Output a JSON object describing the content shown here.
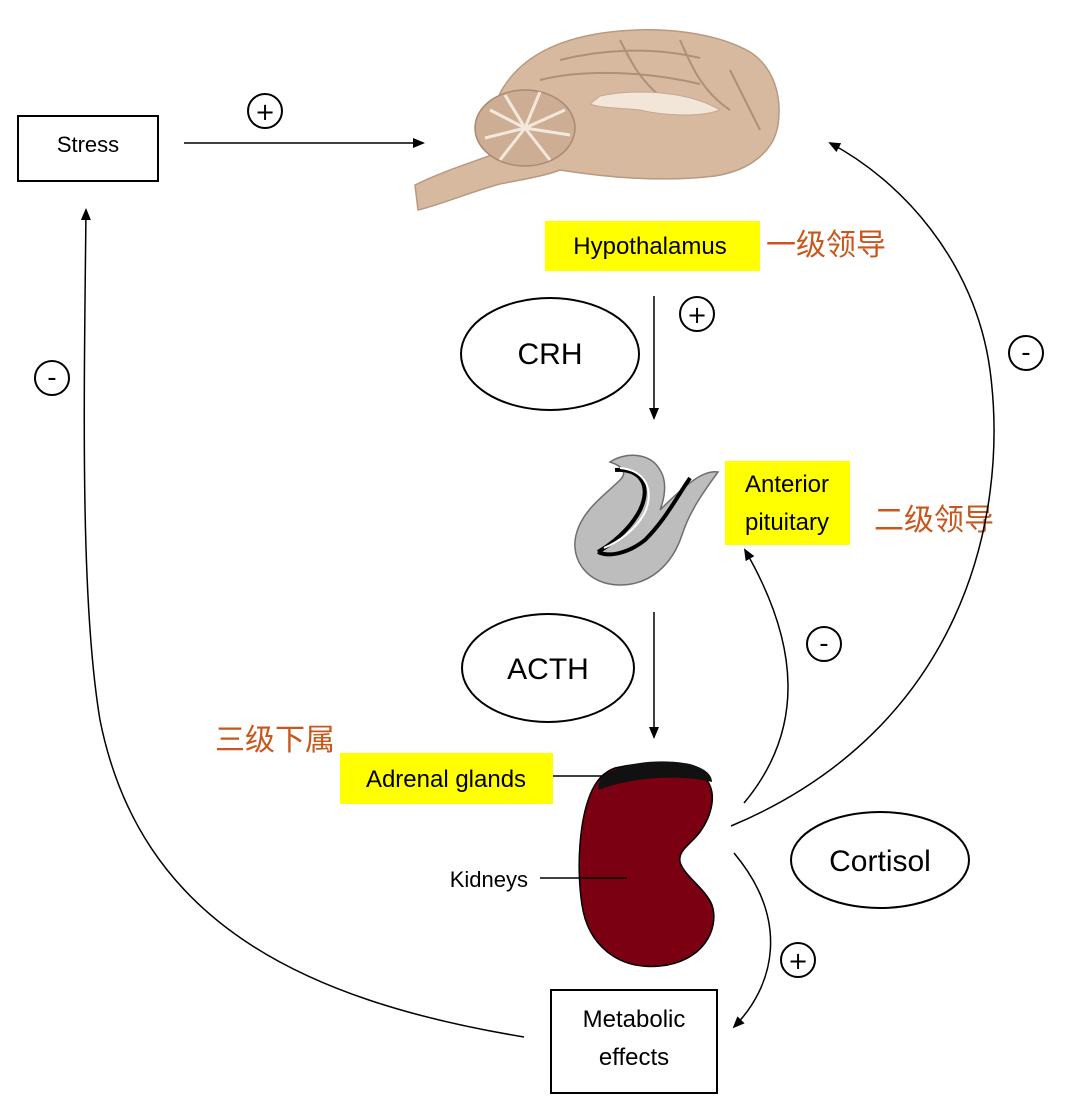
{
  "nodes": {
    "stress": "Stress",
    "hypothalamus": "Hypothalamus",
    "anterior_pituitary": [
      "Anterior",
      "pituitary"
    ],
    "adrenal_glands": "Adrenal glands",
    "kidneys": "Kidneys",
    "metabolic_effects": [
      "Metabolic",
      "effects"
    ]
  },
  "hormones": {
    "crh": "CRH",
    "acth": "ACTH",
    "cortisol": "Cortisol"
  },
  "ranks": {
    "level_1": "一级领导",
    "level_2": "二级领导",
    "level_3": "三级下属"
  },
  "signs": {
    "stress_to_brain": "+",
    "crh_to_pituitary": "+",
    "cortisol_to_metabolic": "+",
    "cortisol_to_pituitary": "-",
    "cortisol_to_brain": "-",
    "metabolic_to_stress": "-"
  },
  "colors": {
    "highlight": "#ffff00",
    "chinese_text": "#c8571c",
    "kidney": "#7a0012",
    "adrenal_cap": "#111111",
    "brain": "#d7b9a0",
    "pituitary": "#bdbdbd"
  }
}
